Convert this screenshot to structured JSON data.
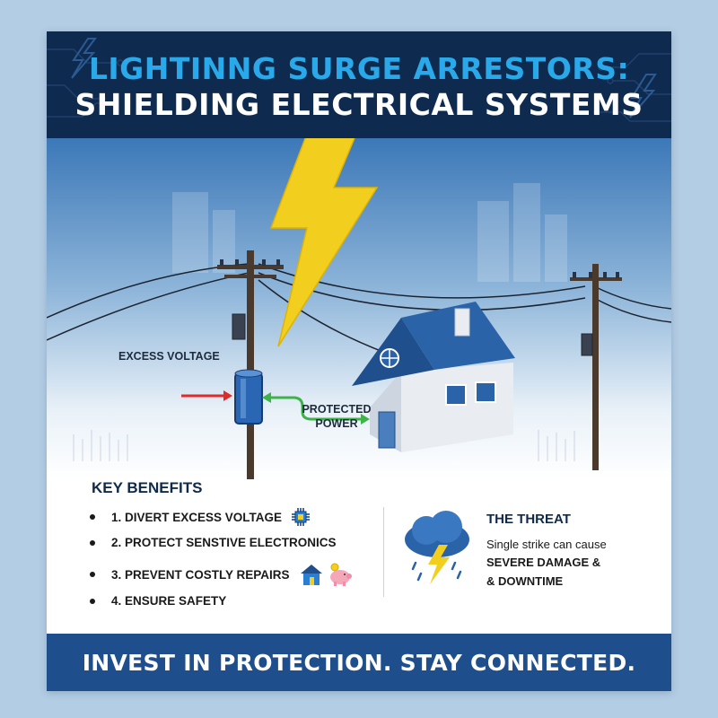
{
  "header": {
    "title_line1": "LIGHTINNG SURGE ARRESTORS:",
    "title_line2": "SHIELDING ELECTRICAL SYSTEMS"
  },
  "diagram": {
    "excess_voltage_label": "EXCESS VOLTAGE",
    "protected_power_line1": "PROTECTED",
    "protected_power_line2": "POWER"
  },
  "benefits": {
    "title": "KEY BENEFITS",
    "items": [
      {
        "label": "1. DIVERT EXCESS VOLTAGE",
        "icon": "chip-icon"
      },
      {
        "label": "2. PROTECT SENSTIVE ELECTRONICS",
        "icon": ""
      },
      {
        "label": "3.  PREVENT COSTLY REPAIRS",
        "icon": "house-piggy-bank-icon"
      },
      {
        "label": "4. ENSURE SAFETY",
        "icon": ""
      }
    ]
  },
  "threat": {
    "title": "THE THREAT",
    "line1": "Single strike can cause",
    "line2": "SEVERE DAMAGE &",
    "line3": "& DOWNTIME",
    "icon": "storm-cloud-icon"
  },
  "footer": {
    "text": "INVEST IN PROTECTION. STAY CONNECTED."
  },
  "colors": {
    "header_bg": "#0e2b4f",
    "title_accent": "#2aa9ea",
    "footer_bg": "#1e4f8c",
    "lightning": "#f2cf1f",
    "arrow_red": "#e02b2b",
    "arrow_green": "#3db34a",
    "roof": "#1f4f8c"
  }
}
